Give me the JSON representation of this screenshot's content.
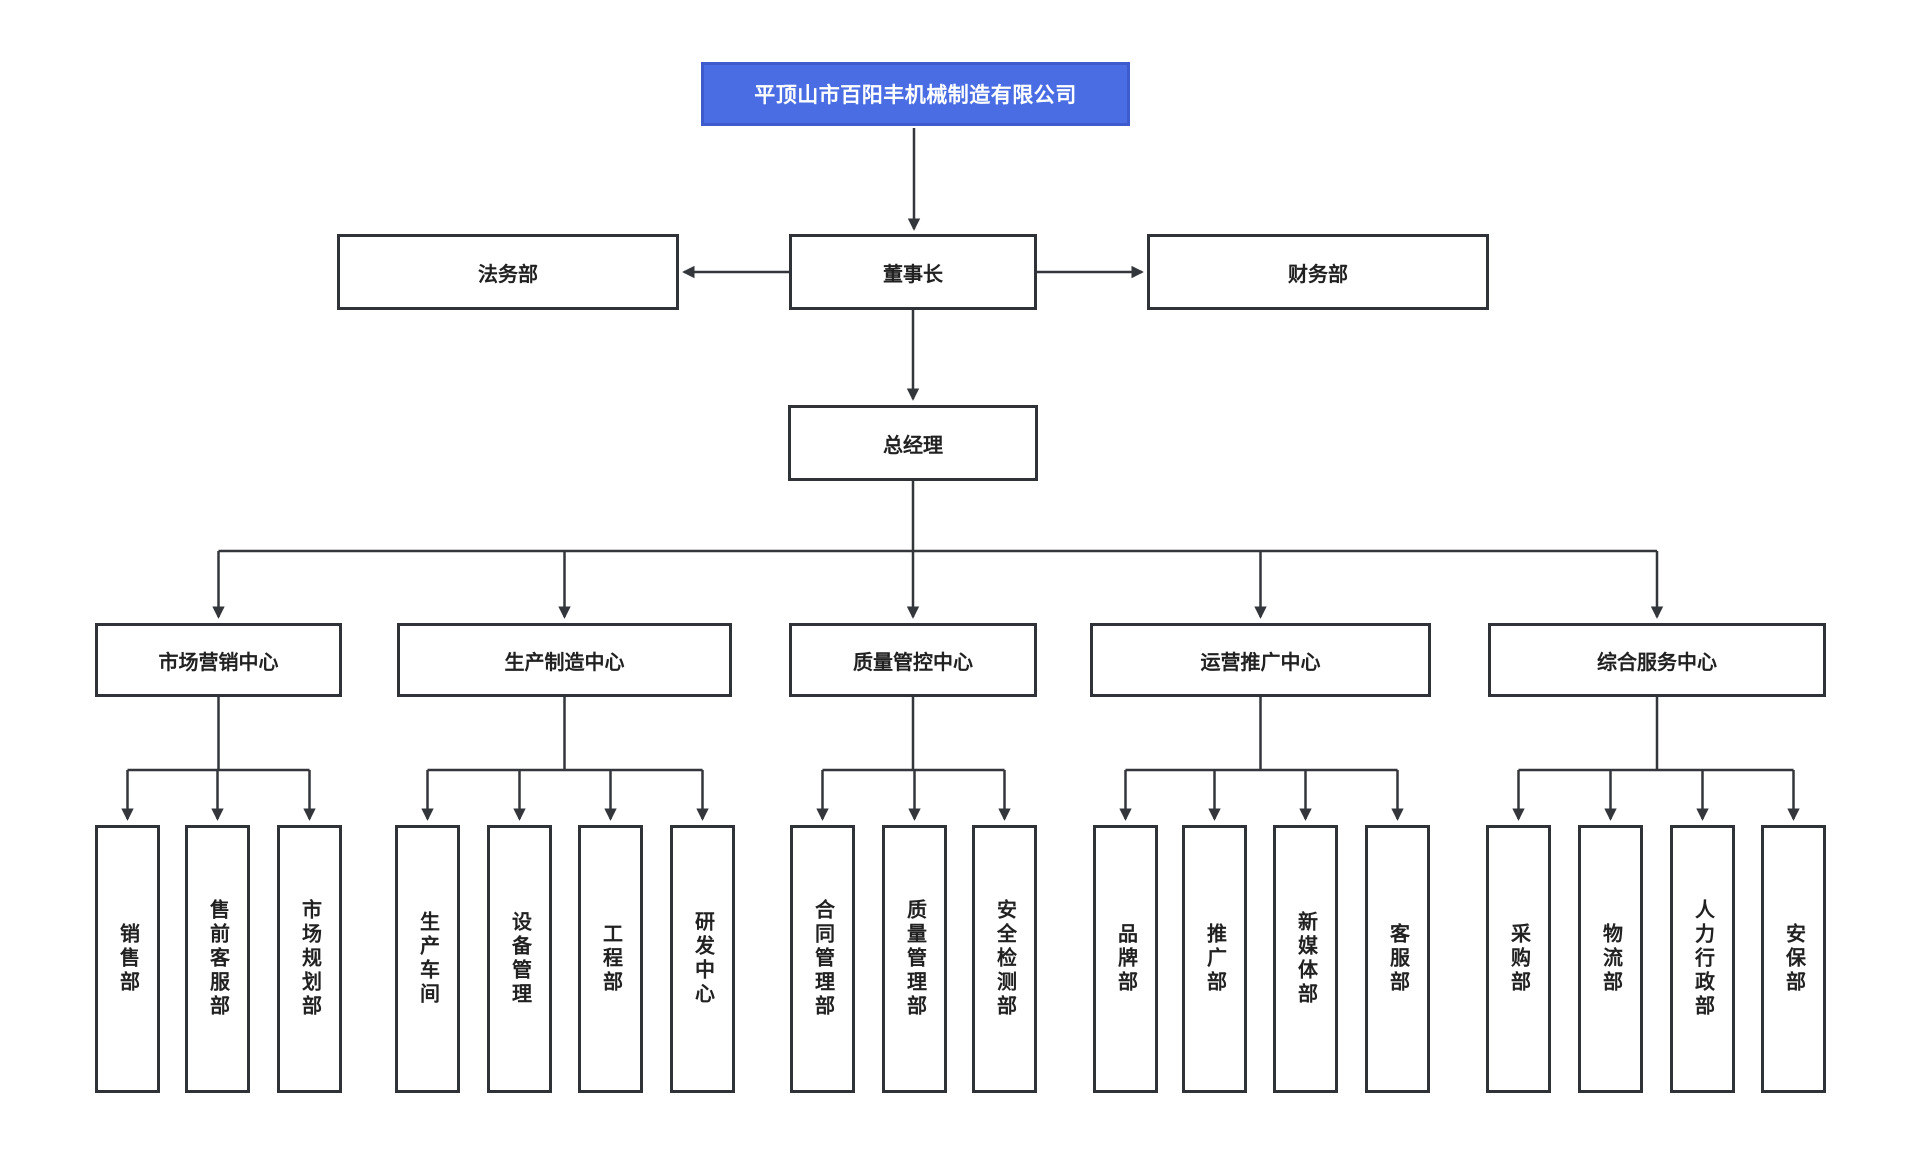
{
  "company": "平顶山市百阳丰机械制造有限公司",
  "chairman": "董事长",
  "legal_dept": "法务部",
  "finance_dept": "财务部",
  "general_manager": "总经理",
  "centers": [
    {
      "label": "市场营销中心",
      "departments": [
        "销售部",
        "售前客服部",
        "市场规划部"
      ]
    },
    {
      "label": "生产制造中心",
      "departments": [
        "生产车间",
        "设备管理",
        "工程部",
        "研发中心"
      ]
    },
    {
      "label": "质量管控中心",
      "departments": [
        "合同管理部",
        "质量管理部",
        "安全检测部"
      ]
    },
    {
      "label": "运营推广中心",
      "departments": [
        "品牌部",
        "推广部",
        "新媒体部",
        "客服部"
      ]
    },
    {
      "label": "综合服务中心",
      "departments": [
        "采购部",
        "物流部",
        "人力行政部",
        "安保部"
      ]
    }
  ],
  "colors": {
    "root_fill": "#4a6de4",
    "root_border": "#3d5bcc",
    "root_text": "#ffffff",
    "node_border": "#2f3338",
    "node_fill": "#ffffff",
    "node_text": "#212121",
    "connector": "#33363b",
    "background": "#ffffff"
  }
}
